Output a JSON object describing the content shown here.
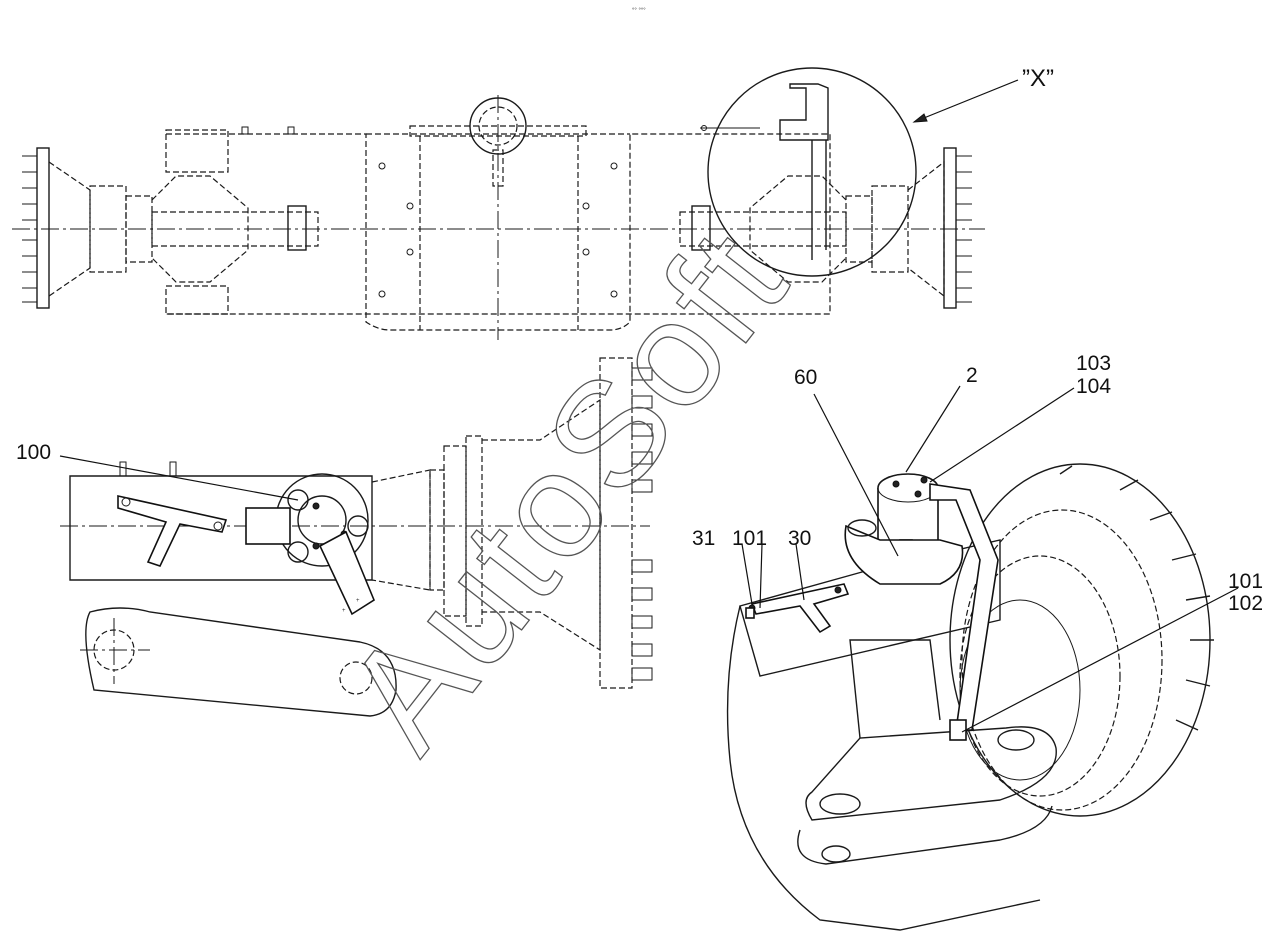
{
  "header": {
    "top_mark": "°° °°°"
  },
  "view_marker": {
    "label": "”X”"
  },
  "watermark": {
    "text": "AutoSoft"
  },
  "callouts": {
    "c100": "100",
    "c60": "60",
    "c2": "2",
    "c103": "103",
    "c104": "104",
    "c31": "31",
    "c101a": "101",
    "c30": "30",
    "c101b": "101",
    "c102": "102"
  }
}
